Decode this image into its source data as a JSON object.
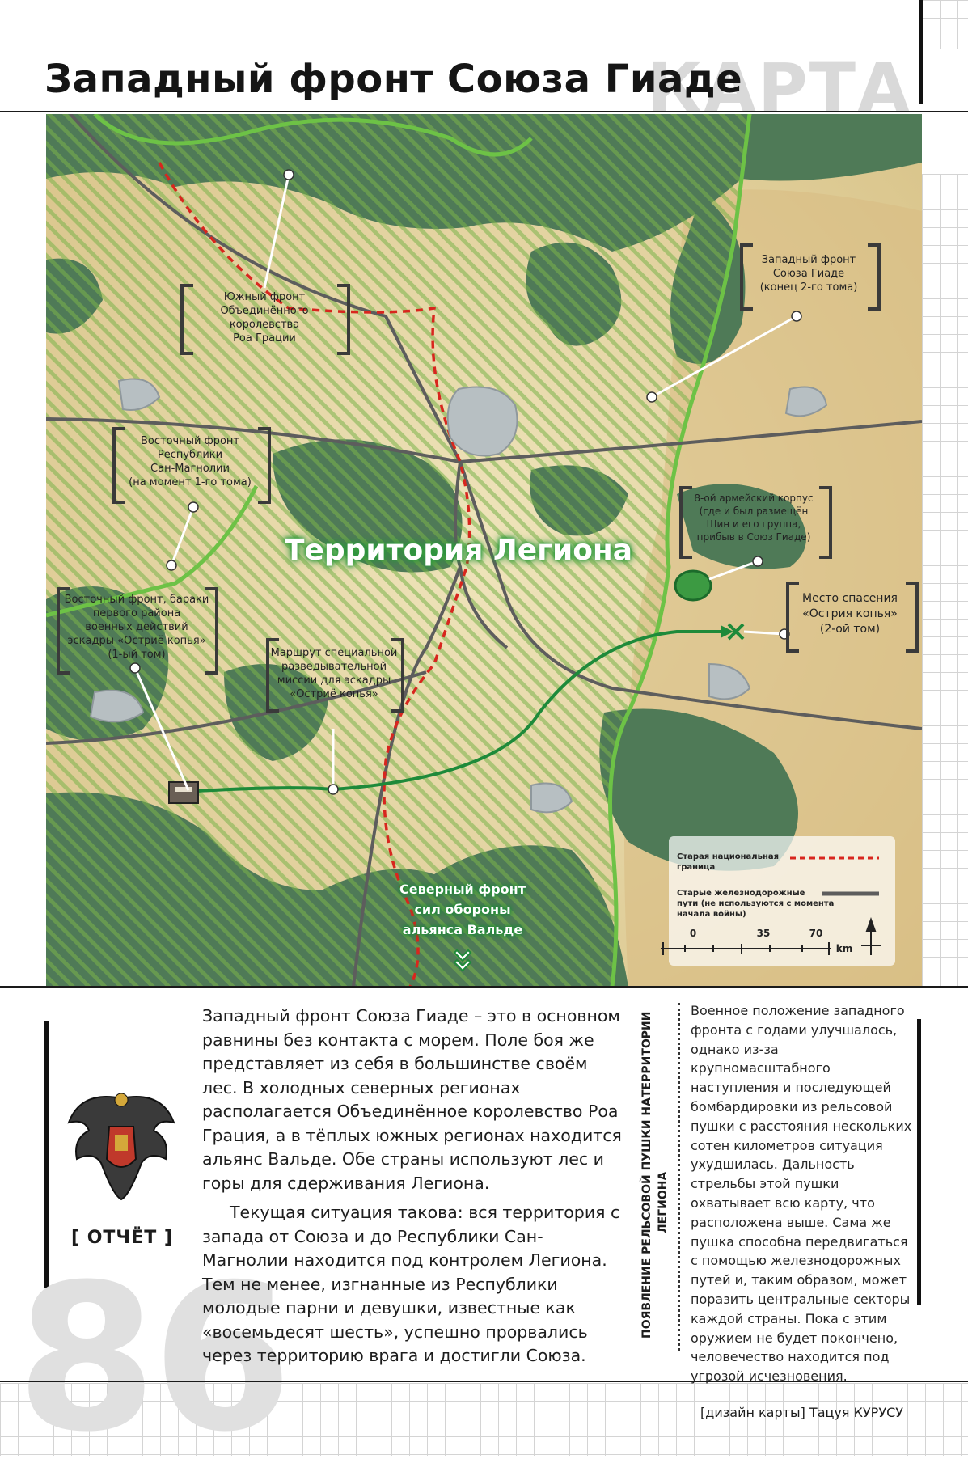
{
  "header": {
    "title": "Западный фронт Союза Гиаде",
    "section_word": "КАРТА"
  },
  "map": {
    "territory_label": "Территория Легиона",
    "labels": [
      {
        "lines": [
          "Южный фронт",
          "Объединённого",
          "королевства",
          "Роа Грации"
        ]
      },
      {
        "lines": [
          "Восточный фронт",
          "Республики",
          "Сан-Магнолии",
          "(на момент 1-го тома)"
        ]
      },
      {
        "lines": [
          "Восточный фронт, бараки",
          "первого района",
          "военных действий",
          "эскадры «Остриё копья»",
          "(1-ый том)"
        ]
      },
      {
        "lines": [
          "Маршрут специальной",
          "разведывательной",
          "миссии для эскадры",
          "«Остриё копья»"
        ]
      },
      {
        "lines": [
          "Западный фронт",
          "Союза Гиаде",
          "(конец 2-го тома)"
        ]
      },
      {
        "lines": [
          "8-ой армейский корпус",
          "(где и был размещён",
          "Шин и его группа,",
          "прибыв в Союз Гиаде)"
        ]
      },
      {
        "lines": [
          "Место спасения",
          "«Острия копья»",
          "(2-ой том)"
        ]
      }
    ],
    "north_label": [
      "Северный фронт",
      "сил обороны",
      "альянса Вальде"
    ],
    "legend": {
      "border": [
        "Старая национальная",
        "граница"
      ],
      "railway": [
        "Старые железнодорожные",
        "пути (не используются с момента",
        "начала войны)"
      ],
      "scale_ticks": [
        "0",
        "35",
        "70"
      ],
      "scale_unit": "km"
    }
  },
  "body": {
    "paragraph1": "Западный фронт Союза Гиаде – это в основном равнины без контакта с морем. Поле боя же представляет из себя в большинстве своём лес. В холодных северных регионах располагается Объединённое королевство Роа Грация, а в тёплых южных регионах находится альянс Вальде. Обе страны используют лес и горы для сдерживания Легиона.",
    "paragraph2": "Текущая ситуация такова: вся территория с запада от Союза и до Республики Сан-Магнолии находится под контролем Легиона. Тем не менее, изгнанные из Республики молодые парни и девушки, известные как «восемьдесят шесть», успешно прорвались через территорию врага и достигли Союза."
  },
  "sidebar": {
    "heading_line1": "ПОЯВЛЕНИЕ РЕЛЬСОВОЙ ПУШКИ НАТЕРРИТОРИИ",
    "heading_line2": "ЛЕГИОНА",
    "text": "Военное положение западного фронта с годами улучшалось, однако из-за крупномасштабного наступления и последующей бомбардировки из рельсовой пушки с расстояния нескольких сотен километров ситуация ухудшилась. Дальность стрельбы этой пушки охватывает всю карту, что расположена выше. Сама же пушка способна передвигаться с помощью железнодорожных путей и, таким образом, может поразить центральные секторы каждой страны. Пока с этим оружием не будет покончено, человечество находится под угрозой исчезновения."
  },
  "report_label": "[ ОТЧЁТ ]",
  "page_number": "86",
  "credit": "[дизайн карты] Тацуя КУРУСУ",
  "colors": {
    "forest": "#4f7a57",
    "plain": "#e8dcae",
    "legion_green": "#2c9a3c",
    "border_red": "#d8261e",
    "route_green": "#1e8a3a"
  }
}
